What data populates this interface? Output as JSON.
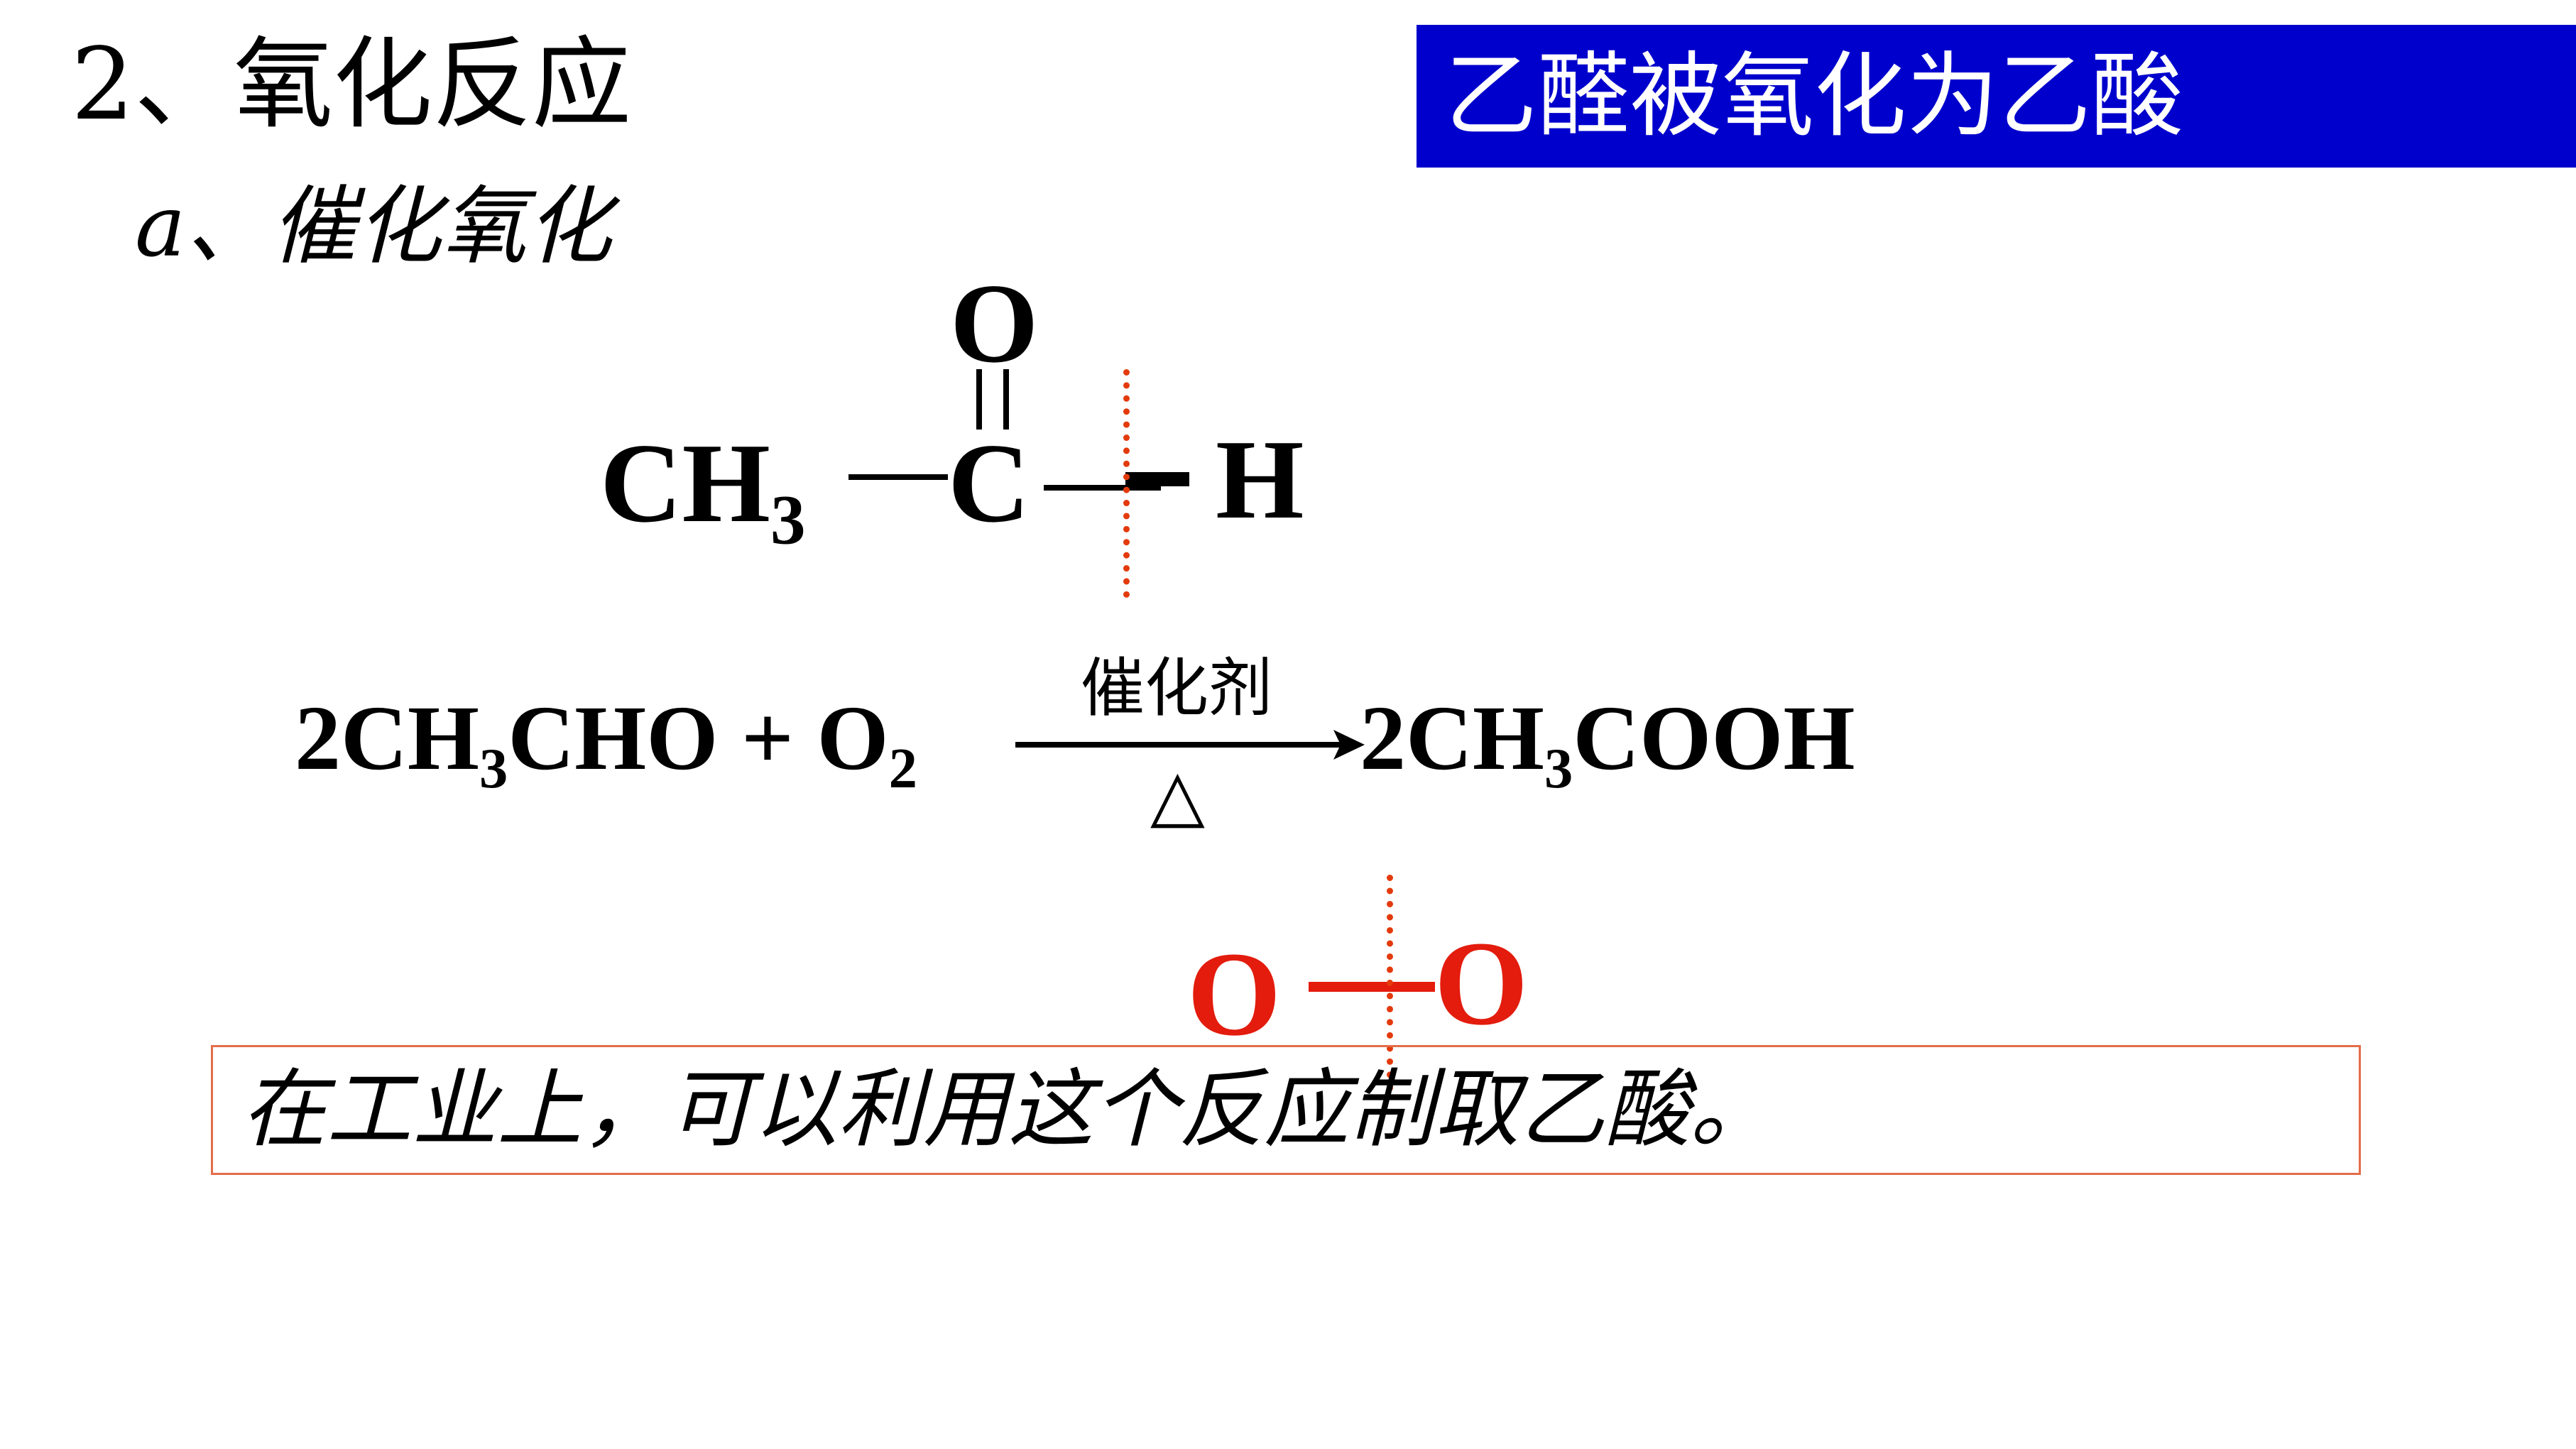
{
  "heading": "2、氧化反应",
  "subheading": "a、催化氧化",
  "title": "乙醛被氧化为乙酸",
  "structure": {
    "oxygen": "O",
    "methyl_main": "CH",
    "methyl_sub": "3",
    "carbon": "C",
    "hydrogen": "H"
  },
  "equation": {
    "lhs_coef": "2CH",
    "lhs_sub1": "3",
    "lhs_mid": "CHO + O",
    "lhs_sub2": "2",
    "catalyst": "催化剂",
    "heat": "△",
    "rhs_coef": "2CH",
    "rhs_sub": "3",
    "rhs_rest": "COOH"
  },
  "oxygen_pair": {
    "left": "O",
    "right": "O"
  },
  "note": "在工业上，可以利用这个反应制取乙酸。",
  "colors": {
    "title_bg": "#0000cc",
    "title_text": "#ffffff",
    "red_mark": "#e31c0d",
    "dash": "#e33a0d",
    "note_border": "#e36c4a"
  }
}
